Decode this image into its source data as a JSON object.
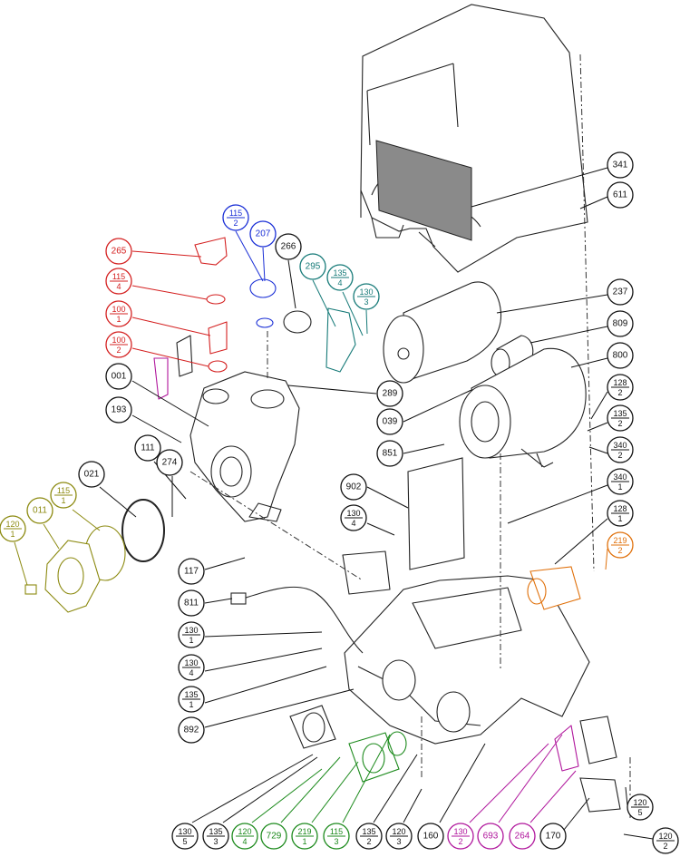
{
  "colors": {
    "black": "#111111",
    "red": "#d42020",
    "blue": "#1a2fd6",
    "teal": "#167a78",
    "olive": "#8c8a10",
    "green": "#1c8a1c",
    "orange": "#e0700a",
    "magenta": "#b0169c"
  },
  "labels": {
    "c341": "341",
    "c611": "611",
    "c237": "237",
    "c809": "809",
    "c800": "800",
    "f128_2": {
      "num": "128",
      "den": "2"
    },
    "f135_2a": {
      "num": "135",
      "den": "2"
    },
    "f340_2": {
      "num": "340",
      "den": "2"
    },
    "f340_1": {
      "num": "340",
      "den": "1"
    },
    "f128_1": {
      "num": "128",
      "den": "1"
    },
    "f219_2": {
      "num": "219",
      "den": "2"
    },
    "f115_2": {
      "num": "115",
      "den": "2"
    },
    "c207": "207",
    "c265": "265",
    "c266": "266",
    "c295": "295",
    "f135_4a": {
      "num": "135",
      "den": "4"
    },
    "f130_3": {
      "num": "130",
      "den": "3"
    },
    "f115_4": {
      "num": "115",
      "den": "4"
    },
    "f100_1": {
      "num": "100",
      "den": "1"
    },
    "f100_2": {
      "num": "100",
      "den": "2"
    },
    "c001": "001",
    "c289": "289",
    "c039": "039",
    "c193": "193",
    "c851": "851",
    "c111": "111",
    "c274": "274",
    "c021": "021",
    "f115_1": {
      "num": "115",
      "den": "1"
    },
    "c011": "011",
    "f120_1": {
      "num": "120",
      "den": "1"
    },
    "c902": "902",
    "f130_4a": {
      "num": "130",
      "den": "4"
    },
    "c117": "117",
    "c811": "811",
    "f130_1": {
      "num": "130",
      "den": "1"
    },
    "f130_4b": {
      "num": "130",
      "den": "4"
    },
    "f135_1": {
      "num": "135",
      "den": "1"
    },
    "c892": "892",
    "f130_5": {
      "num": "130",
      "den": "5"
    },
    "f135_3": {
      "num": "135",
      "den": "3"
    },
    "f120_4": {
      "num": "120",
      "den": "4"
    },
    "c729": "729",
    "f219_1": {
      "num": "219",
      "den": "1"
    },
    "f115_3": {
      "num": "115",
      "den": "3"
    },
    "f135_2b": {
      "num": "135",
      "den": "2"
    },
    "f120_3": {
      "num": "120",
      "den": "3"
    },
    "c160": "160",
    "f130_2": {
      "num": "130",
      "den": "2"
    },
    "c693": "693",
    "c264": "264",
    "c170": "170",
    "f120_5": {
      "num": "120",
      "den": "5"
    },
    "f120_2": {
      "num": "120",
      "den": "2"
    }
  }
}
